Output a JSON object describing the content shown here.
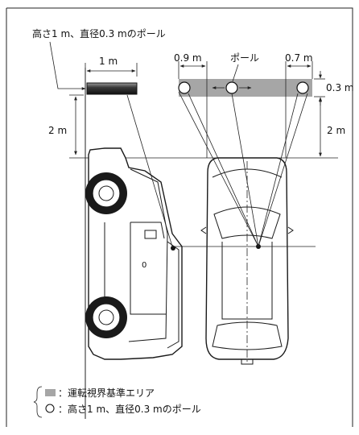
{
  "header_label": "高さ1 m、直径0.3 mのポール",
  "dim_1m": "1 m",
  "dim_2m_left": "2 m",
  "dim_09m": "0.9 m",
  "pole_label": "ポール",
  "dim_07m": "0.7 m",
  "dim_03m": "0.3 m",
  "dim_2m_right": "2 m",
  "legend": {
    "area_text": "：運転視界基準エリア",
    "pole_text": "：高さ1 m、直径0.3 mのポール"
  },
  "colors": {
    "area_fill": "#a6a6a6",
    "line": "#222222"
  }
}
